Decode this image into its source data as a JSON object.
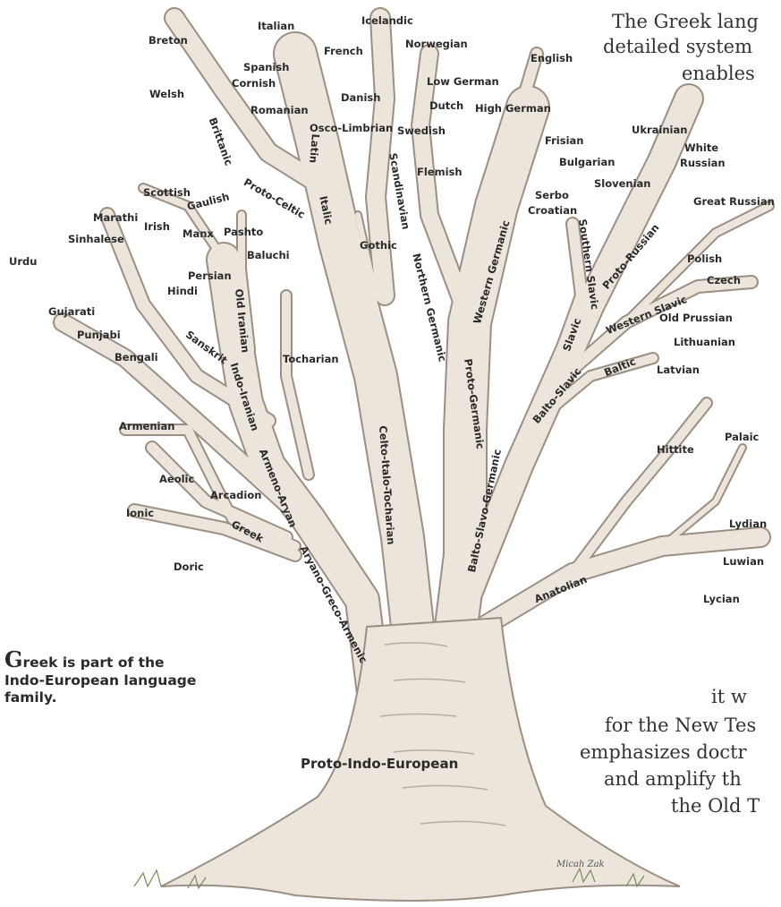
{
  "text_fragments": [
    "The Greek lang",
    "detailed system",
    "enables",
    "it w",
    "for the New Tes",
    "emphasizes doctr",
    "and amplify th",
    "the Old T"
  ],
  "caption": {
    "first_letter": "G",
    "rest": "reek is part of the Indo-European language family."
  },
  "signature": "Micah Zak",
  "labels": {
    "root": "Proto-Indo-European",
    "aryano_greco_armenic": "Aryano-Greco-Armenic",
    "armeno_aryan": "Armeno-Aryan",
    "indo_iranian": "Indo-Iranian",
    "old_iranian": "Old Iranian",
    "sanskrit": "Sanskrit",
    "greek": "Greek",
    "celto_italo_tocharian": "Celto-Italo-Tocharian",
    "proto_celtic": "Proto-Celtic",
    "brittanic": "Brittanic",
    "italic": "Italic",
    "latin": "Latin",
    "scandinavian": "Scandinavian",
    "northern_germanic": "Northern Germanic",
    "western_germanic": "Western Germanic",
    "proto_germanic": "Proto-Germanic",
    "balto_slavo_germanic": "Balto-Slavo-Germanic",
    "balto_slavic": "Balto-Slavic",
    "slavic": "Slavic",
    "southern_slavic": "Southern Slavic",
    "proto_russian": "Proto-Russian",
    "western_slavic": "Western Slavic",
    "baltic": "Baltic",
    "anatolian": "Anatolian",
    "breton": "Breton",
    "italian": "Italian",
    "icelandic": "Icelandic",
    "norwegian": "Norwegian",
    "english": "English",
    "spanish": "Spanish",
    "french": "French",
    "cornish": "Cornish",
    "welsh": "Welsh",
    "romanian": "Romanian",
    "danish": "Danish",
    "low_german": "Low German",
    "dutch": "Dutch",
    "high_german": "High German",
    "osco_limbrian": "Osco-Limbrian",
    "swedish": "Swedish",
    "ukrainian": "Ukrainian",
    "white": "White",
    "russian": "Russian",
    "frisian": "Frisian",
    "bulgarian": "Bulgarian",
    "flemish": "Flemish",
    "slovenian": "Slovenian",
    "serbo": "Serbo",
    "croatian": "Croatian",
    "great_russian": "Great Russian",
    "scottish": "Scottish",
    "gaulish": "Gaulish",
    "marathi": "Marathi",
    "irish": "Irish",
    "manx": "Manx",
    "pashto": "Pashto",
    "sinhalese": "Sinhalese",
    "baluchi": "Baluchi",
    "gothic": "Gothic",
    "urdu": "Urdu",
    "persian": "Persian",
    "hindi": "Hindi",
    "polish": "Polish",
    "czech": "Czech",
    "gujarati": "Gujarati",
    "punjabi": "Punjabi",
    "old_prussian": "Old Prussian",
    "lithuanian": "Lithuanian",
    "bengali": "Bengali",
    "tocharian": "Tocharian",
    "latvian": "Latvian",
    "armenian": "Armenian",
    "hittite": "Hittite",
    "palaic": "Palaic",
    "aeolic": "Aeolic",
    "arcadion": "Arcadion",
    "ionic": "Ionic",
    "doric": "Doric",
    "lydian": "Lydian",
    "luwian": "Luwian",
    "lycian": "Lycian"
  },
  "colors": {
    "bark": "#ece5db",
    "bark_outline": "#9a8f82",
    "text": "#2a2a2a",
    "grass": "#7a8a5a"
  }
}
